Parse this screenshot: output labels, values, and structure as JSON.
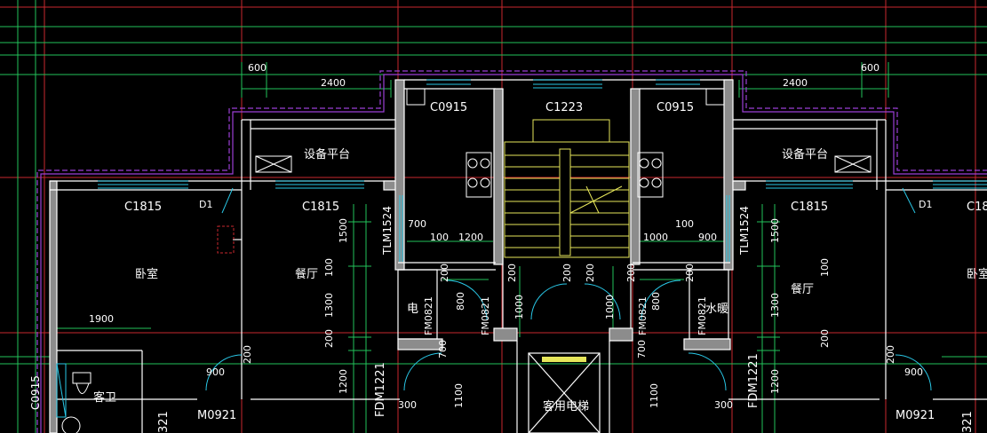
{
  "colors": {
    "background": "#000000",
    "axis": "#c8282e",
    "dimension": "#22c25a",
    "wall": "#ffffff",
    "wall_fill": "#8c8c8c",
    "outline": "#9b3fd6",
    "window": "#29c7e6",
    "stair": "#e6e65a",
    "text": "#ffffff"
  },
  "drawing": {
    "rooms": {
      "equipment_left": "设备平台",
      "equipment_right": "设备平台",
      "bedroom_left": "卧室",
      "bedroom_right": "卧室",
      "dining_left": "餐厅",
      "dining_right": "餐厅",
      "bathroom": "客卫",
      "elevator": "客用电梯",
      "meter_room": "电",
      "water_room": "水暖"
    },
    "windows": {
      "c0915_left": "C0915",
      "c0915_right": "C0915",
      "c1223": "C1223",
      "c1815_a": "C1815",
      "c1815_b": "C1815",
      "c1815_c": "C1815",
      "c18_edge": "C18",
      "c0915_bath": "C0915",
      "d1_left": "D1",
      "d1_right": "D1",
      "tlm_left": "TLM1524",
      "tlm_right": "TLM1524"
    },
    "doors": {
      "m0921_left": "M0921",
      "m0921_right": "M0921",
      "fm0821_left": "FM0821",
      "fm0821_right": "FM0821",
      "fm0821_mid_left": "FM0821",
      "fm0821_mid_right": "FM0821",
      "fdm_left": "FDM1221",
      "fdm_right": "FDM1221",
      "d21_left": "321",
      "d21_right": "321"
    },
    "dimensions": {
      "d600_left": "600",
      "d600_right": "600",
      "d2400_left": "2400",
      "d2400_right": "2400",
      "d1900": "1900",
      "d900_left": "900",
      "d900_right": "900",
      "d900_mid": "900",
      "d700_a": "700",
      "d100_a": "100",
      "d1200": "1200",
      "d100_b": "100",
      "d1000": "1000",
      "d200_l": "200",
      "d200_r": "200",
      "d200_wall_l": "200",
      "d200_wall_r": "200",
      "v1500_l": "1500",
      "v1500_r": "1500",
      "v100_l": "100",
      "v100_r": "100",
      "v1300_l": "1300",
      "v1300_r": "1300",
      "v200_l": "200",
      "v200_r": "200",
      "v1200_l": "1200",
      "v1200_r": "1200",
      "v800_l": "800",
      "v800_r": "800",
      "v1000_l": "1000",
      "v1000_r": "1000",
      "v200_s1": "200",
      "v200_s2": "200",
      "v200_s3": "200",
      "v200_s4": "200",
      "v700_l": "700",
      "v700_r": "700",
      "v1100_l": "1100",
      "v1100_r": "1100",
      "d300_l": "300",
      "d300_r": "300"
    }
  }
}
